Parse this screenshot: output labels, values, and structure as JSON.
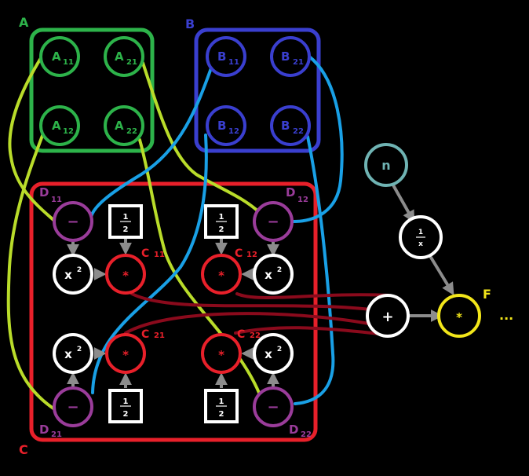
{
  "groups": {
    "A": {
      "label": "A",
      "color": "#2db34a"
    },
    "B": {
      "label": "B",
      "color": "#3a3fcf"
    },
    "C": {
      "label": "C",
      "color": "#e8202a"
    },
    "F": {
      "label": "F",
      "color": "#f2e61a"
    }
  },
  "nodes": {
    "a11": {
      "main": "A",
      "sub": "11"
    },
    "a21": {
      "main": "A",
      "sub": "21"
    },
    "a12": {
      "main": "A",
      "sub": "12"
    },
    "a22": {
      "main": "A",
      "sub": "22"
    },
    "b11": {
      "main": "B",
      "sub": "11"
    },
    "b21": {
      "main": "B",
      "sub": "21"
    },
    "b12": {
      "main": "B",
      "sub": "12"
    },
    "b22": {
      "main": "B",
      "sub": "22"
    },
    "d11": {
      "main": "D",
      "sub": "11"
    },
    "d12": {
      "main": "D",
      "sub": "12"
    },
    "d21": {
      "main": "D",
      "sub": "21"
    },
    "d22": {
      "main": "D",
      "sub": "22"
    },
    "c11": {
      "main": "C",
      "sub": "11"
    },
    "c12": {
      "main": "C",
      "sub": "12"
    },
    "c21": {
      "main": "C",
      "sub": "21"
    },
    "c22": {
      "main": "C",
      "sub": "22"
    },
    "n": {
      "main": "n"
    }
  },
  "ops": {
    "minus": "−",
    "multiply": "*",
    "square": "x",
    "square_exp": "2",
    "half_num": "1",
    "half_den": "2",
    "plus": "+",
    "recip_num": "1",
    "recip_den": "x"
  },
  "ellipsis": "...",
  "colors": {
    "green": "#2db34a",
    "blue": "#3a3fcf",
    "red": "#e8202a",
    "purple": "#9a3c9a",
    "teal": "#6fb3b3",
    "yellow": "#f2e61a",
    "lime": "#b9dc2a",
    "sky": "#19a0e6",
    "maroon": "#8a0a1c",
    "arrow": "#8c8c8c",
    "white": "#ffffff"
  }
}
